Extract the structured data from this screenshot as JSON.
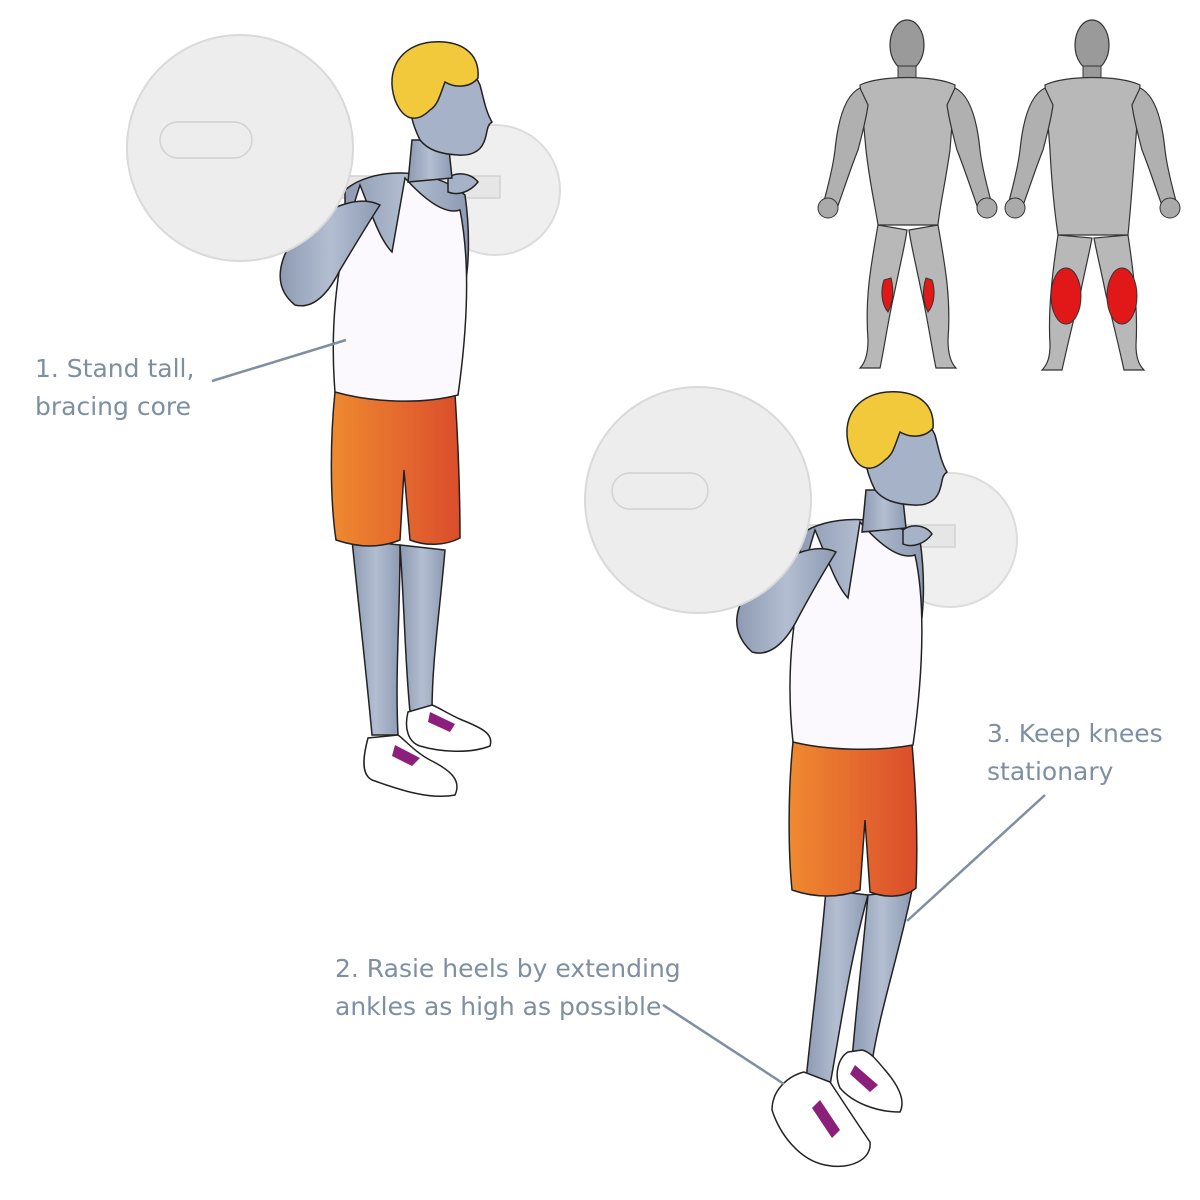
{
  "annotations": {
    "step1": {
      "line1": "1. Stand tall,",
      "line2": "bracing core"
    },
    "step2": {
      "line1": "2. Rasie heels by extending",
      "line2": "ankles as high as possible"
    },
    "step3": {
      "line1": "3. Keep knees",
      "line2": "stationary"
    }
  },
  "colors": {
    "skin": "#a6b2c7",
    "hair": "#f2c93a",
    "shorts": "#e8742c",
    "shirt": "#fbf9fd",
    "shoe_accent": "#8b1f7a",
    "plate": "#ededed",
    "muscle": "#b8b8b8",
    "muscle_highlight": "#e01818",
    "leader_line": "#7e8fa2"
  },
  "muscle_map": {
    "views": [
      "front-view",
      "back-view"
    ],
    "highlighted_muscle": "calves"
  }
}
